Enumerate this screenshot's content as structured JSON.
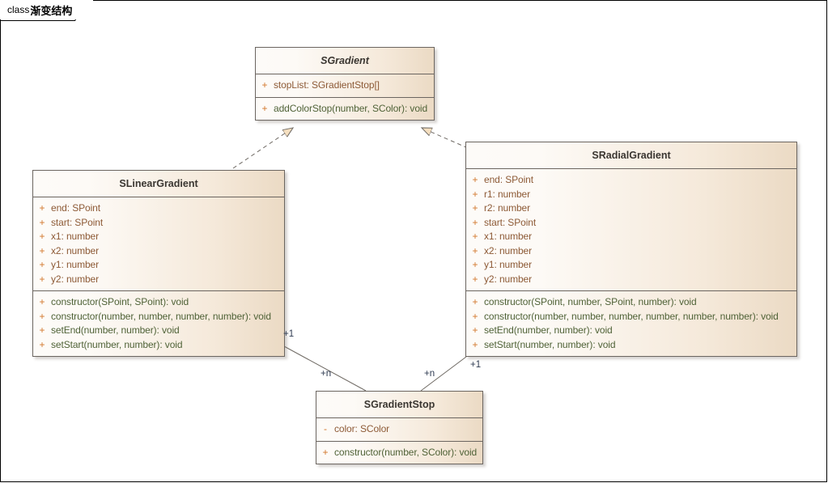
{
  "frame": {
    "keyword": "class",
    "name": "渐变结构"
  },
  "colors": {
    "box_border": "#6b6560",
    "fill_left": "#fdfaf6",
    "fill_right": "#ebdac4",
    "name_text": "#3a3631",
    "attribute_text": "#8d5a36",
    "method_text": "#4f6237",
    "visibility_text": "#d2762a",
    "connector": "#6f6a64",
    "edge_label_text": "#2f3b52",
    "arrowhead_fill": "#f5dfc0"
  },
  "classes": [
    {
      "id": "sgradient",
      "name": "SGradient",
      "abstract": true,
      "attributes": [
        {
          "visibility": "+",
          "text": "stopList: SGradientStop[]"
        }
      ],
      "methods": [
        {
          "visibility": "+",
          "text": "addColorStop(number, SColor): void"
        }
      ]
    },
    {
      "id": "slineargradient",
      "name": "SLinearGradient",
      "abstract": false,
      "attributes": [
        {
          "visibility": "+",
          "text": "end: SPoint"
        },
        {
          "visibility": "+",
          "text": "start: SPoint"
        },
        {
          "visibility": "+",
          "text": "x1: number"
        },
        {
          "visibility": "+",
          "text": "x2: number"
        },
        {
          "visibility": "+",
          "text": "y1: number"
        },
        {
          "visibility": "+",
          "text": "y2: number"
        }
      ],
      "methods": [
        {
          "visibility": "+",
          "text": "constructor(SPoint, SPoint): void"
        },
        {
          "visibility": "+",
          "text": "constructor(number, number, number, number): void"
        },
        {
          "visibility": "+",
          "text": "setEnd(number, number): void"
        },
        {
          "visibility": "+",
          "text": "setStart(number, number): void"
        }
      ]
    },
    {
      "id": "sradialgradient",
      "name": "SRadialGradient",
      "abstract": false,
      "attributes": [
        {
          "visibility": "+",
          "text": "end: SPoint"
        },
        {
          "visibility": "+",
          "text": "r1: number"
        },
        {
          "visibility": "+",
          "text": "r2: number"
        },
        {
          "visibility": "+",
          "text": "start: SPoint"
        },
        {
          "visibility": "+",
          "text": "x1: number"
        },
        {
          "visibility": "+",
          "text": "x2: number"
        },
        {
          "visibility": "+",
          "text": "y1: number"
        },
        {
          "visibility": "+",
          "text": "y2: number"
        }
      ],
      "methods": [
        {
          "visibility": "+",
          "text": "constructor(SPoint, number, SPoint, number): void"
        },
        {
          "visibility": "+",
          "text": "constructor(number, number, number, number, number, number): void"
        },
        {
          "visibility": "+",
          "text": "setEnd(number, number): void"
        },
        {
          "visibility": "+",
          "text": "setStart(number, number): void"
        }
      ]
    },
    {
      "id": "sgradientstop",
      "name": "SGradientStop",
      "abstract": false,
      "attributes": [
        {
          "visibility": "-",
          "text": "color: SColor"
        }
      ],
      "methods": [
        {
          "visibility": "+",
          "text": "constructor(number, SColor): void"
        }
      ]
    }
  ],
  "relations": [
    {
      "id": "linear-realizes-gradient",
      "type": "realization",
      "from": "SLinearGradient",
      "to": "SGradient",
      "style": "dashed",
      "arrow": "hollow-triangle"
    },
    {
      "id": "radial-realizes-gradient",
      "type": "realization",
      "from": "SRadialGradient",
      "to": "SGradient",
      "style": "dashed",
      "arrow": "hollow-triangle"
    },
    {
      "id": "linear-has-stops",
      "type": "association",
      "from": "SLinearGradient",
      "to": "SGradientStop",
      "style": "solid",
      "source_label": "+1",
      "target_label": "+n"
    },
    {
      "id": "radial-has-stops",
      "type": "association",
      "from": "SRadialGradient",
      "to": "SGradientStop",
      "style": "solid",
      "source_label": "+1",
      "target_label": "+n"
    }
  ],
  "edge_labels": [
    {
      "id": "linear-one",
      "text": "+1"
    },
    {
      "id": "linear-many",
      "text": "+n"
    },
    {
      "id": "radial-many",
      "text": "+n"
    },
    {
      "id": "radial-one",
      "text": "+1"
    }
  ]
}
